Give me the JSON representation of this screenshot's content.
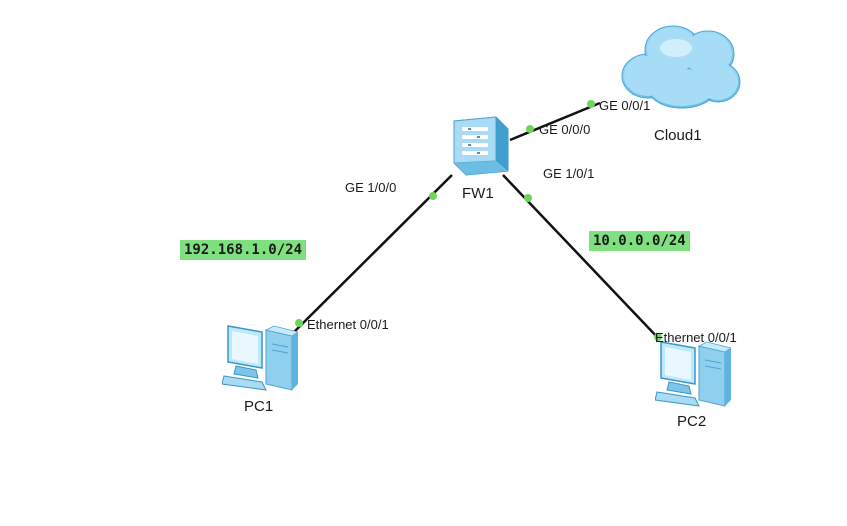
{
  "devices": {
    "fw1": {
      "label": "FW1",
      "icon": "firewall-icon"
    },
    "cloud1": {
      "label": "Cloud1",
      "icon": "cloud-icon"
    },
    "pc1": {
      "label": "PC1",
      "icon": "pc-icon"
    },
    "pc2": {
      "label": "PC2",
      "icon": "pc-icon"
    }
  },
  "ports": {
    "fw1_ge000": "GE 0/0/0",
    "cloud1_ge001": "GE 0/0/1",
    "fw1_ge100": "GE 1/0/0",
    "fw1_ge101": "GE 1/0/1",
    "pc1_eth": "Ethernet 0/0/1",
    "pc2_eth": "Ethernet 0/0/1"
  },
  "notes": {
    "left_subnet": "192.168.1.0/24",
    "right_subnet": "10.0.0.0/24"
  },
  "colors": {
    "link": "#111111",
    "port_dot": "#6fd45a",
    "note_bg": "#7fe07f",
    "device_blue": "#7fc8ee"
  }
}
